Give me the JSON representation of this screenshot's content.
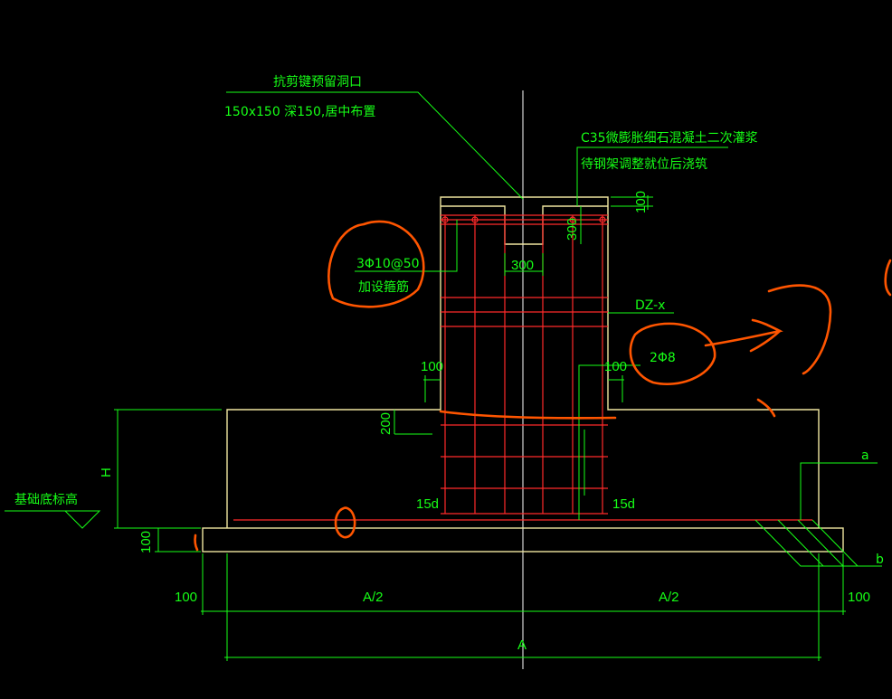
{
  "colors": {
    "background": "#000000",
    "outline": "#f0e6a0",
    "rebar": "#ff2a2a",
    "dimension": "#16ff16",
    "text": "#16ff16",
    "markup": "#ff5500",
    "centerline": "#ffffff"
  },
  "annotations": {
    "shear_key_title": "抗剪键预留洞口",
    "shear_key_size": "150x150  深150,居中布置",
    "grout_title": "C35微膨胀细石混凝土二次灌浆",
    "grout_note": "待钢架调整就位后浇筑",
    "stirrup_spec": "3Φ10@50",
    "stirrup_note": "加设箍筋",
    "column_tag": "DZ-x",
    "bar_spec": "2Φ8",
    "base_level": "基础底标高",
    "leader_a": "a",
    "leader_b": "b"
  },
  "dimensions": {
    "top_100": "100",
    "key_depth_300": "300",
    "key_width_300": "300",
    "side_left_100": "100",
    "side_right_100": "100",
    "embed_200": "200",
    "height_H": "H",
    "anchor_left": "15d",
    "anchor_right": "15d",
    "pad_100": "100",
    "bottom_left_100": "100",
    "half_left": "A/2",
    "half_right": "A/2",
    "bottom_right_100": "100",
    "total_A": "A"
  }
}
